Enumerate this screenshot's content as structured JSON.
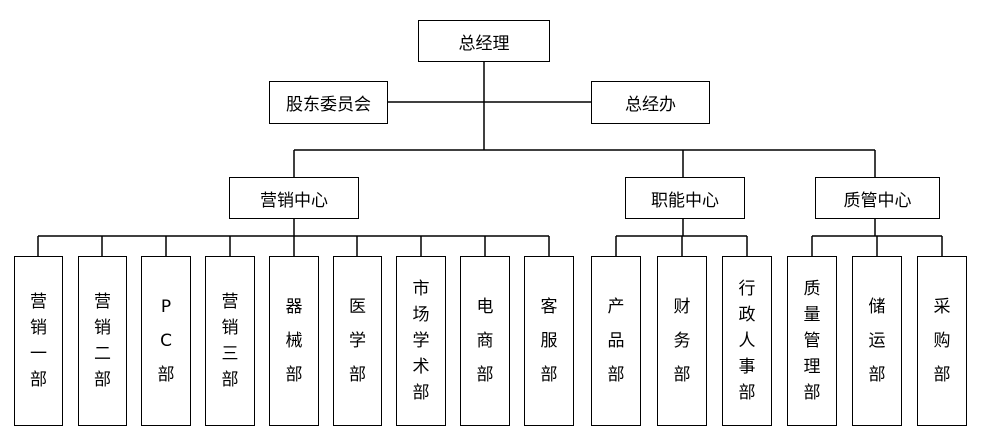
{
  "top": {
    "label": "总经理"
  },
  "side": {
    "left": "股东委员会",
    "right": "总经办"
  },
  "centers": [
    {
      "label": "营销中心",
      "depts": [
        "营销一部",
        "营销二部",
        "PC部",
        "营销三部",
        "器械部",
        "医学部",
        "市场学术部",
        "电商部",
        "客服部"
      ]
    },
    {
      "label": "职能中心",
      "depts": [
        "产品部",
        "财务部",
        "行政人事部"
      ]
    },
    {
      "label": "质管中心",
      "depts": [
        "质量管理部",
        "储运部",
        "采购部"
      ]
    }
  ]
}
